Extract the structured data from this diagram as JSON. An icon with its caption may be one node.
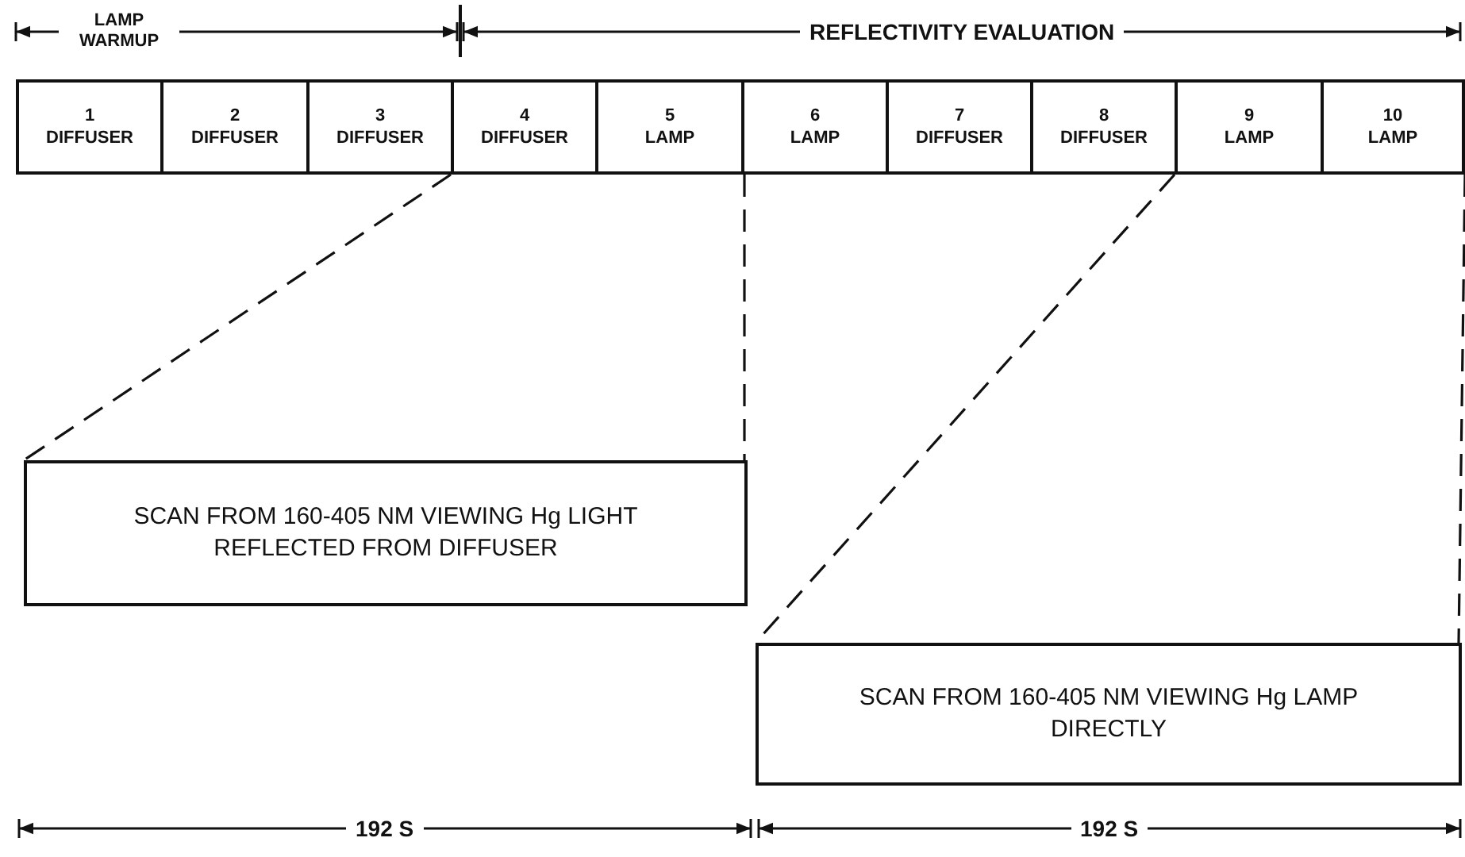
{
  "diagram": {
    "nodes": [
      {
        "text": [
          "1",
          "DIFFUSER"
        ]
      },
      {
        "text": [
          "2",
          "DIFFUSER"
        ]
      },
      {
        "text": [
          "3",
          "DIFFUSER"
        ]
      },
      {
        "text": [
          "4",
          "DIFFUSER"
        ]
      },
      {
        "text": [
          "5",
          "LAMP"
        ]
      },
      {
        "text": [
          "6",
          "LAMP"
        ]
      },
      {
        "text": [
          "7",
          "DIFFUSER"
        ]
      },
      {
        "text": [
          "8",
          "DIFFUSER"
        ]
      },
      {
        "text": [
          "9",
          "LAMP"
        ]
      },
      {
        "text": [
          "10",
          "LAMP"
        ]
      },
      {
        "text": [
          "SCAN FROM 160-405 NM VIEWING Hg LIGHT REFLECTED FROM DIFFUSER"
        ]
      },
      {
        "text": [
          "SCAN FROM 160-405 NM VIEWING Hg LAMP DIRECTLY"
        ]
      }
    ],
    "edges": [
      {
        "from": 3,
        "to": 10,
        "arrow": "none",
        "style": "dashed"
      },
      {
        "from": 4,
        "to": 10,
        "arrow": "none",
        "style": "dashed"
      },
      {
        "from": 8,
        "to": 11,
        "arrow": "none",
        "style": "dashed"
      },
      {
        "from": 9,
        "to": 11,
        "arrow": "none",
        "style": "dashed"
      }
    ],
    "labels": [
      "LAMP WARMUP",
      "REFLECTIVITY EVALUATION",
      "192 S",
      "192 S"
    ]
  }
}
